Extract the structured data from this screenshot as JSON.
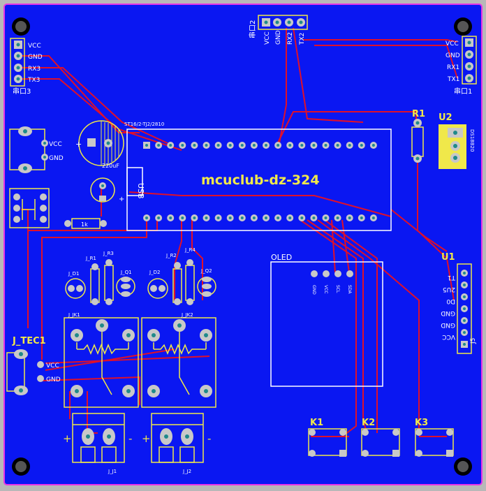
{
  "colors": {
    "background": "#b8b8b8",
    "board": "#0a17f2",
    "board_edge": "#e733e7",
    "silk": "#f0e84a",
    "silk_white": "#ffffff",
    "trace": "#e0102a",
    "pad": "#c8c8c8",
    "pad_hole": "#1f8a8a"
  },
  "board": {
    "title": "mcuclub-dz-324",
    "mcu_strip_label": "ST16/2-TJ2/2810",
    "usb_label": "USB",
    "cap_label": "220uF",
    "resistor_label": "1k"
  },
  "headers": {
    "left_port": {
      "name": "串口3",
      "pins": [
        "VCC",
        "GND",
        "RX3",
        "TX3"
      ]
    },
    "top_port": {
      "name": "串口2",
      "pins": [
        "VCC",
        "GND",
        "RX2",
        "TX2"
      ]
    },
    "right_port": {
      "name": "串口1",
      "pins": [
        "VCC",
        "GND",
        "RX1",
        "TX1"
      ]
    },
    "power_in": {
      "pins": [
        "VCC",
        "GND"
      ]
    },
    "u1": {
      "name": "U1",
      "pins": [
        "T1",
        "2U5",
        "D0",
        "GND",
        "GND",
        "VCC",
        "J5"
      ]
    }
  },
  "components": {
    "r1": "R1",
    "u2": "U2",
    "u2_part": "DS18B20",
    "oled": "OLED",
    "oled_pins": [
      "GND",
      "VCC",
      "SCL",
      "SDA"
    ],
    "tec": "J_TEC1",
    "tec_pins": [
      "VCC",
      "GND"
    ],
    "keys": [
      "K1",
      "K2",
      "K3"
    ],
    "relays": [
      "J_JK1",
      "J_JK2"
    ],
    "r_left": [
      "J_R1",
      "J_R3"
    ],
    "r_right": [
      "J_R2",
      "J_R4"
    ],
    "d_left": [
      "J_D1",
      "J_Q1"
    ],
    "d_right": [
      "J_D2",
      "J_Q2"
    ],
    "terminals": [
      "J_J1",
      "J_J2"
    ]
  }
}
